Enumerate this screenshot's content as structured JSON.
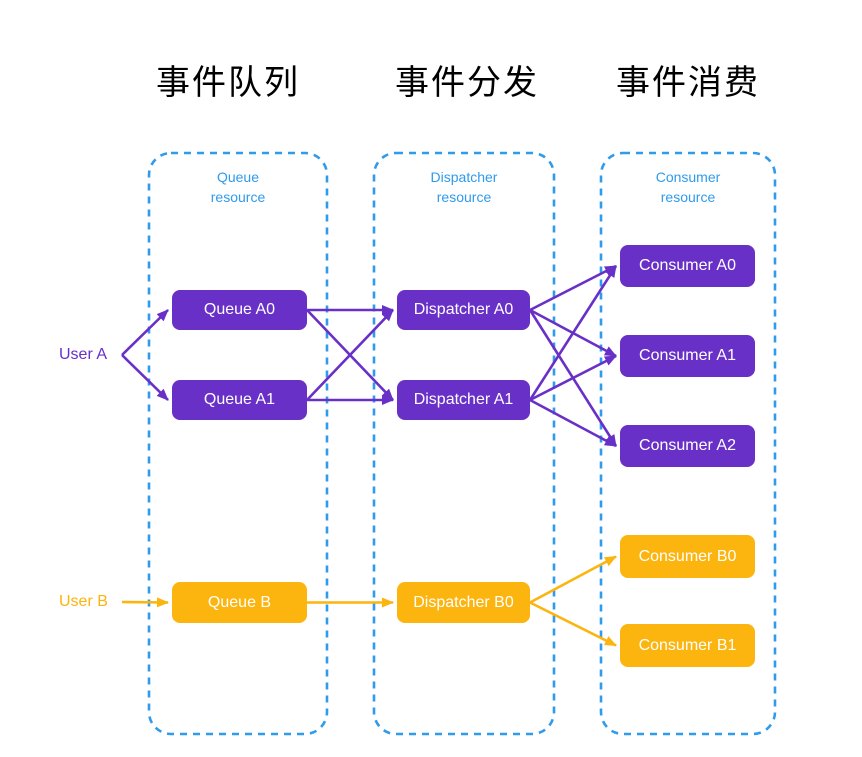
{
  "diagram": {
    "columns": [
      {
        "id": "queue",
        "title": "事件队列",
        "resource_label": "Queue\nresource"
      },
      {
        "id": "dispatcher",
        "title": "事件分发",
        "resource_label": "Dispatcher\nresource"
      },
      {
        "id": "consumer",
        "title": "事件消费",
        "resource_label": "Consumer\nresource"
      }
    ],
    "users": [
      {
        "id": "user-a",
        "label": "User A",
        "group": "purple"
      },
      {
        "id": "user-b",
        "label": "User B",
        "group": "yellow"
      }
    ],
    "nodes": [
      {
        "id": "queue-a0",
        "label": "Queue A0",
        "group": "purple"
      },
      {
        "id": "queue-a1",
        "label": "Queue A1",
        "group": "purple"
      },
      {
        "id": "queue-b",
        "label": "Queue B",
        "group": "yellow"
      },
      {
        "id": "dispatcher-a0",
        "label": "Dispatcher A0",
        "group": "purple"
      },
      {
        "id": "dispatcher-a1",
        "label": "Dispatcher A1",
        "group": "purple"
      },
      {
        "id": "dispatcher-b0",
        "label": "Dispatcher B0",
        "group": "yellow"
      },
      {
        "id": "consumer-a0",
        "label": "Consumer A0",
        "group": "purple"
      },
      {
        "id": "consumer-a1",
        "label": "Consumer A1",
        "group": "purple"
      },
      {
        "id": "consumer-a2",
        "label": "Consumer A2",
        "group": "purple"
      },
      {
        "id": "consumer-b0",
        "label": "Consumer B0",
        "group": "yellow"
      },
      {
        "id": "consumer-b1",
        "label": "Consumer B1",
        "group": "yellow"
      }
    ],
    "edges": [
      {
        "from": "user-a",
        "to": "queue-a0"
      },
      {
        "from": "user-a",
        "to": "queue-a1"
      },
      {
        "from": "queue-a0",
        "to": "dispatcher-a0"
      },
      {
        "from": "queue-a0",
        "to": "dispatcher-a1"
      },
      {
        "from": "queue-a1",
        "to": "dispatcher-a0"
      },
      {
        "from": "queue-a1",
        "to": "dispatcher-a1"
      },
      {
        "from": "dispatcher-a0",
        "to": "consumer-a0"
      },
      {
        "from": "dispatcher-a0",
        "to": "consumer-a1"
      },
      {
        "from": "dispatcher-a0",
        "to": "consumer-a2"
      },
      {
        "from": "dispatcher-a1",
        "to": "consumer-a0"
      },
      {
        "from": "dispatcher-a1",
        "to": "consumer-a1"
      },
      {
        "from": "dispatcher-a1",
        "to": "consumer-a2"
      },
      {
        "from": "user-b",
        "to": "queue-b"
      },
      {
        "from": "queue-b",
        "to": "dispatcher-b0"
      },
      {
        "from": "dispatcher-b0",
        "to": "consumer-b0"
      },
      {
        "from": "dispatcher-b0",
        "to": "consumer-b1"
      }
    ],
    "colors": {
      "purple": "#6930C8",
      "yellow": "#FCB40E",
      "blue": "#2F9BEC",
      "title_text": "#000000",
      "node_text": "#FFFFFF"
    }
  }
}
